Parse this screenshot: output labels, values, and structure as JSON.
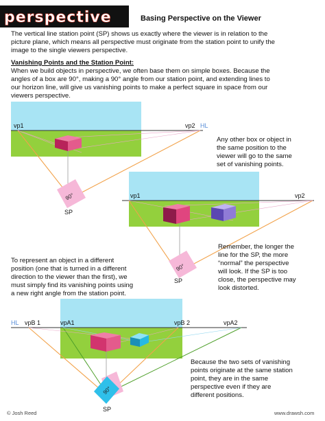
{
  "header": {
    "logo": "perspective",
    "title": "Basing Perspective on the Viewer"
  },
  "intro": [
    "The vertical line station point (SP) shows us exactly where the viewer is in relation to the",
    "picture plane, which means all perspective must originate from the station point to unify the",
    "image to the single viewers perspective."
  ],
  "section": {
    "heading": "Vanishing Points and the Station Point:",
    "lines": [
      "When we build objects in perspective, we often base them on simple boxes.  Because the",
      "angles of a box are 90°, making a 90° angle from our station point, and extending lines to",
      "our horizon line, will give us vanishing points to make a perfect square in space from our",
      "viewers perspective."
    ]
  },
  "diagram1": {
    "vp1": "vp1",
    "vp2": "vp2",
    "hl": "HL",
    "angle": "90°",
    "sp": "SP"
  },
  "diagram2": {
    "vp1": "vp1",
    "vp2": "vp2",
    "angle": "90°",
    "sp": "SP"
  },
  "diagram3": {
    "hl": "HL",
    "vpb1": "vpB 1",
    "vpa1": "vpA1",
    "vpb2": "vpB 2",
    "vpa2": "vpA2",
    "angle": "90°",
    "sp": "SP"
  },
  "notes": {
    "note1": [
      "Any other box or object in",
      "the same position to the",
      "viewer will go to the same",
      "set of vanishing points."
    ],
    "note2": [
      "Remember, the longer the",
      "line for the SP, the more",
      "“normal” the perspective",
      "will look.  If the SP is too",
      "close, the perspective may",
      "look distorted."
    ],
    "note3": [
      "To represent an object in a different",
      "position (one that is turned in a different",
      "direction to the viewer than the first), we",
      "must simply find its vanishing points using",
      "a new right angle from the station point."
    ],
    "note4": [
      "Because the two sets of vanishing",
      "points originate at the same station",
      "point, they are in the same",
      "perspective even if they are",
      "different positions."
    ]
  },
  "footer": {
    "left": "© Josh Reed",
    "right": "www.drawsh.com"
  },
  "colors": {
    "sky": "#a8e4f4",
    "ground": "#93d03d",
    "horizon": "#333333",
    "pink_box": "#e05a8a",
    "purple_box": "#8f7bd6",
    "cyan_box": "#1fb7e0",
    "sp_square": "#f6b8d8",
    "sp_square2": "#2fc0ea",
    "orange": "#f2a24a"
  }
}
